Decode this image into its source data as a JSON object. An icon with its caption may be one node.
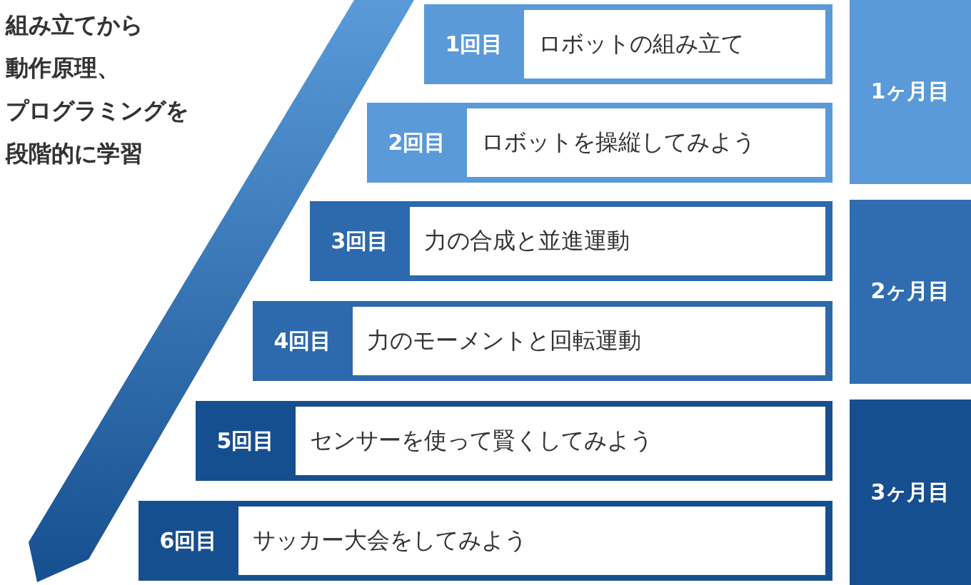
{
  "diagram": {
    "nodes": [
      {
        "text": [
          "1回目",
          "ロボットの組み立て"
        ]
      },
      {
        "text": [
          "2回目",
          "ロボットを操縦してみよう"
        ]
      },
      {
        "text": [
          "3回目",
          "力の合成と並進運動"
        ]
      },
      {
        "text": [
          "4回目",
          "力のモーメントと回転運動"
        ]
      },
      {
        "text": [
          "5回目",
          "センサーを使って賢くしてみよう"
        ]
      },
      {
        "text": [
          "6回目",
          "サッカー大会をしてみよう"
        ]
      },
      {
        "text": [
          "1ヶ月目"
        ]
      },
      {
        "text": [
          "2ヶ月目"
        ]
      },
      {
        "text": [
          "3ヶ月目"
        ]
      }
    ],
    "labels": [
      "組み立てから",
      "動作原理、",
      "プログラミングを",
      "段階的に学習"
    ]
  }
}
